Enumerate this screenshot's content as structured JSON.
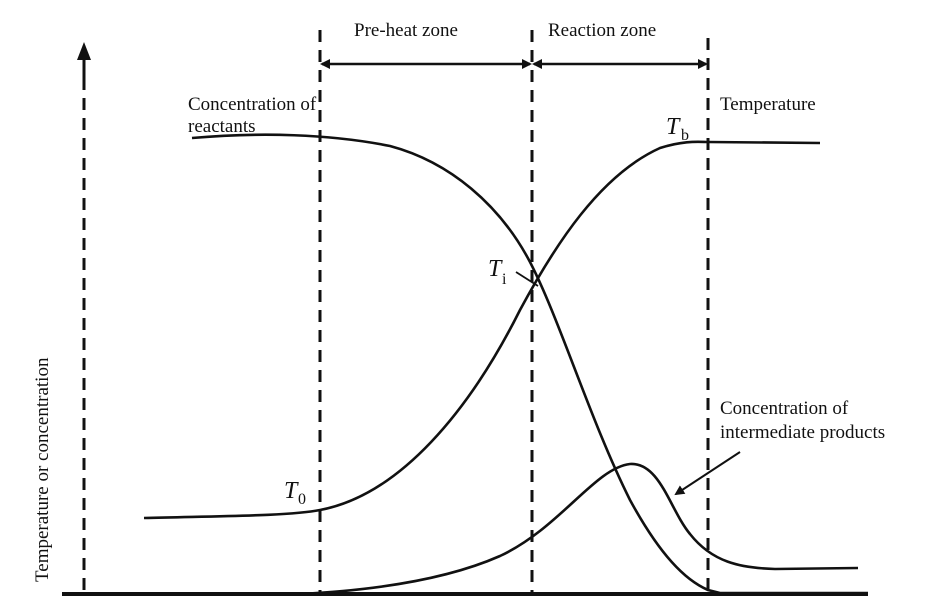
{
  "y_axis_label": "Temperature or concentration",
  "zones": {
    "preheat": "Pre-heat zone",
    "reaction": "Reaction zone"
  },
  "labels": {
    "reactants_line1": "Concentration of",
    "reactants_line2": "reactants",
    "temperature": "Temperature",
    "intermediate_line1": "Concentration of",
    "intermediate_line2": "intermediate products"
  },
  "symbols": {
    "t0": {
      "main": "T",
      "sub": "0"
    },
    "ti": {
      "main": "T",
      "sub": "i"
    },
    "tb": {
      "main": "T",
      "sub": "b"
    }
  }
}
